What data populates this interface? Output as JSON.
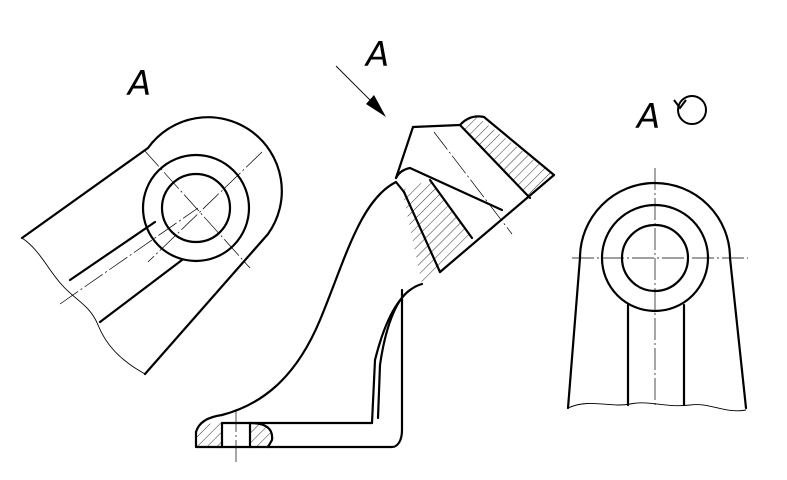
{
  "labels": {
    "view_direction_letter": "A",
    "left_view_label": "A",
    "right_view_label": "A"
  }
}
